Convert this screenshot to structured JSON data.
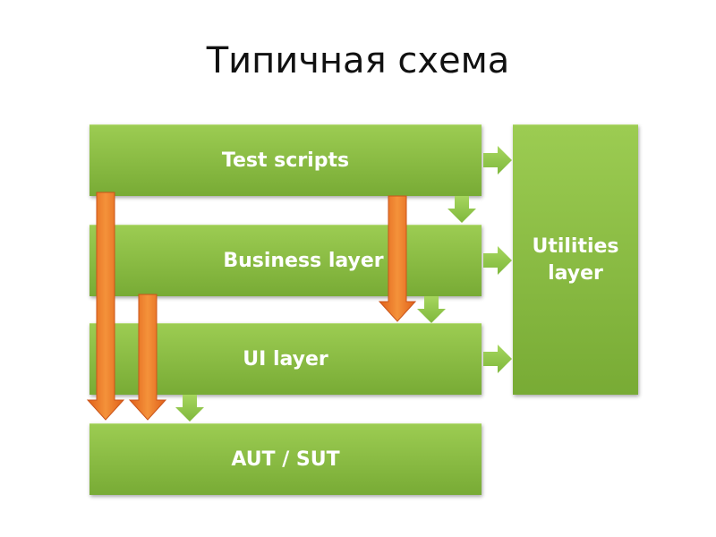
{
  "title": "Типичная схема",
  "layers": {
    "test_scripts": "Test scripts",
    "business_layer": "Business layer",
    "ui_layer": "UI layer",
    "aut_sut": "AUT / SUT"
  },
  "utilities": {
    "line1": "Utilities",
    "line2": "layer"
  },
  "colors": {
    "green_light": "#9ccc52",
    "green_dark": "#78ab35",
    "arrow_green": "#8cc34a",
    "arrow_orange": "#f07c28"
  }
}
